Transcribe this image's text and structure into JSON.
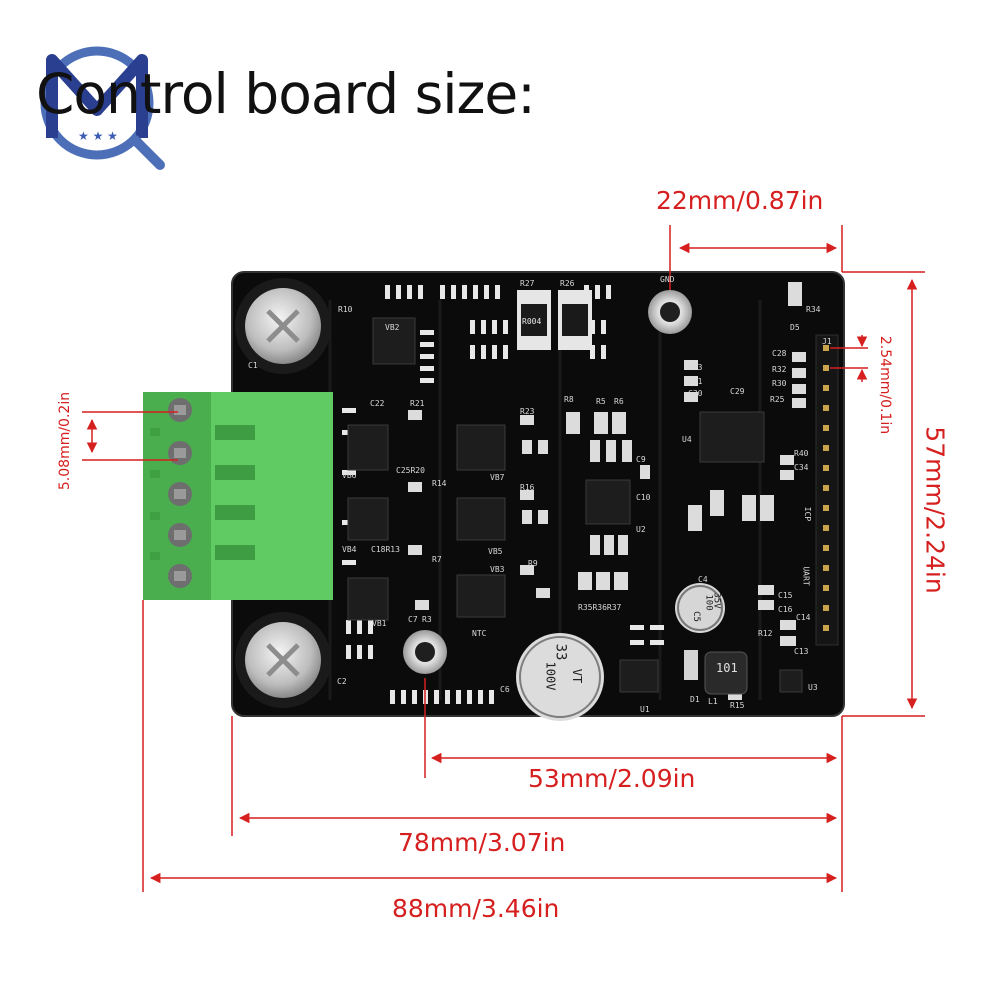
{
  "title": "Control board size:",
  "logo": {
    "letters": "MQ",
    "icon": "mq-logo-icon"
  },
  "dimensions": {
    "top_hole_offset": "22mm/0.87in",
    "height": "57mm/2.24in",
    "pin_pitch": "2.54mm/0.1in",
    "terminal_pitch": "5.08mm/0.2in",
    "hole_spacing": "53mm/2.09in",
    "board_width": "78mm/3.07in",
    "total_width": "88mm/3.46in"
  },
  "board_labels": {
    "gnd": "GND",
    "r004": "R004",
    "cap_left_top": "C1",
    "cap_left_bottom": "C2",
    "cap_33": "33",
    "cap_100v": "100V",
    "cap_vt": "VT",
    "cap_c5": "C5",
    "cap_100": "100",
    "cap_35v": "35V",
    "inductor": "101",
    "u1": "U1",
    "u2": "U2",
    "u3": "U3",
    "u4": "U4",
    "d1": "D1",
    "d5": "D5",
    "l1": "L1",
    "ntc": "NTC",
    "uart": "UART",
    "icp": "ICP",
    "j1": "J1",
    "vb1": "VB1",
    "vb2": "VB2",
    "vb3": "VB3",
    "vb4": "VB4",
    "vb5": "VB5",
    "vb6": "VB6",
    "vb7": "VB7",
    "r27": "R27",
    "r26": "R26",
    "r34": "R34",
    "r10": "R10",
    "c22": "C22",
    "r21": "R21",
    "r23": "R23",
    "r16": "R16",
    "r14": "R14",
    "r7": "R7",
    "r9": "R9",
    "r3": "R3",
    "c7": "C7",
    "c6": "C6",
    "c4": "C4",
    "c9": "C9",
    "c10": "C10",
    "c28": "C28",
    "r32": "R32",
    "r30": "R30",
    "r25": "R25",
    "r33": "R33",
    "r31": "R31",
    "c30": "C30",
    "c29": "C29",
    "r8": "R8",
    "r5": "R5",
    "r6": "R6",
    "r40": "R40",
    "c34": "C34",
    "c15": "C15",
    "c16": "C16",
    "c14": "C14",
    "c13": "C13",
    "r12": "R12",
    "r15": "R15",
    "r35": "R35R36R37",
    "c25r20": "C25R20",
    "c18r13": "C18R13"
  }
}
